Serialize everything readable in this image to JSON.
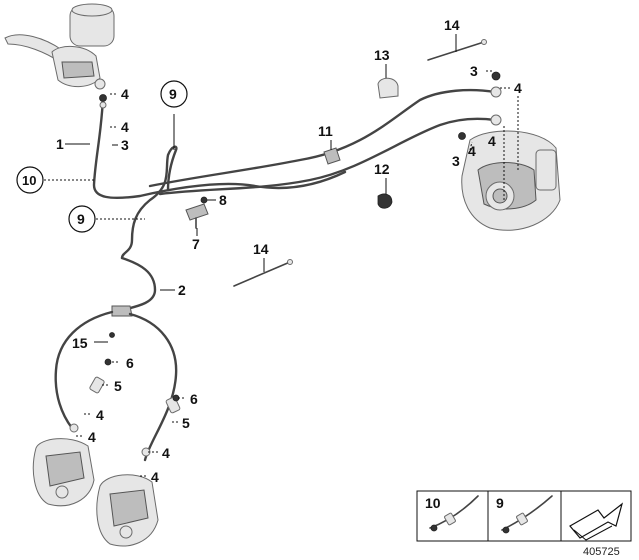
{
  "labels": {
    "l1": "1",
    "l2": "2",
    "l3a": "3",
    "l3b": "3",
    "l3c": "3",
    "l4a": "4",
    "l4b": "4",
    "l4c": "4",
    "l4d": "4",
    "l4e": "4",
    "l4f": "4",
    "l4g": "4",
    "l4h": "4",
    "l4i": "4",
    "l5a": "5",
    "l5b": "5",
    "l6a": "6",
    "l6b": "6",
    "l7": "7",
    "l8": "8",
    "l9a": "9",
    "l9b": "9",
    "l10": "10",
    "l11": "11",
    "l12": "12",
    "l13": "13",
    "l14a": "14",
    "l14b": "14",
    "l15": "15"
  },
  "legend": {
    "item10": "10",
    "item9": "9"
  },
  "reference_number": "405725",
  "colors": {
    "ink": "#111111",
    "hose": "#444444",
    "part_fill": "#e6e6e6"
  }
}
